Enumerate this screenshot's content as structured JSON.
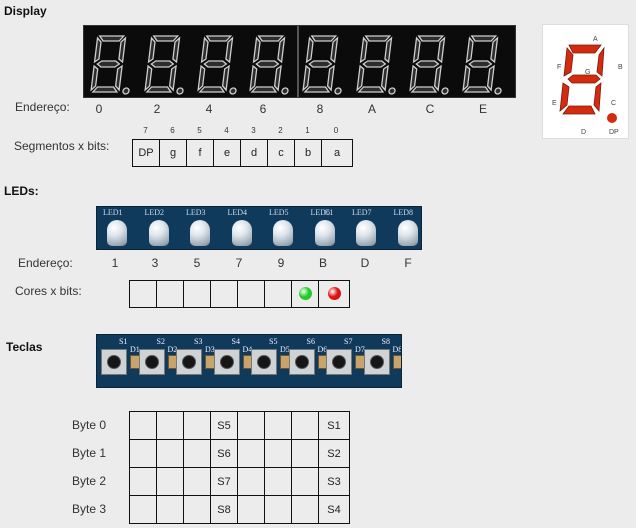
{
  "display": {
    "section_title": "Display",
    "address_label": "Endereço:",
    "addresses": [
      "0",
      "2",
      "4",
      "6",
      "8",
      "A",
      "C",
      "E"
    ],
    "segments_label": "Segmentos x bits:",
    "bit_numbers": [
      "7",
      "6",
      "5",
      "4",
      "3",
      "2",
      "1",
      "0"
    ],
    "segments": [
      "DP",
      "g",
      "f",
      "e",
      "d",
      "c",
      "b",
      "a"
    ],
    "legend": {
      "a": "A",
      "b": "B",
      "c": "C",
      "d": "D",
      "e": "E",
      "f": "F",
      "g": "G",
      "dp": "DP"
    },
    "legend_color": "#d42a10"
  },
  "leds": {
    "section_title": "LEDs:",
    "board_labels": [
      "LED1",
      "LED2",
      "LED3",
      "LED4",
      "LED5",
      "LED6",
      "LED7",
      "LED8"
    ],
    "board_extra": "C1",
    "address_label": "Endereço:",
    "addresses": [
      "1",
      "3",
      "5",
      "7",
      "9",
      "B",
      "D",
      "F"
    ],
    "colors_label": "Cores x bits:",
    "color_cells": [
      "",
      "",
      "",
      "",
      "",
      "",
      "green",
      "red"
    ],
    "green": "#22cc22",
    "red": "#dd1111"
  },
  "keys": {
    "section_title": "Teclas",
    "key_labels": [
      "S1",
      "S2",
      "S3",
      "S4",
      "S5",
      "S6",
      "S7",
      "S8"
    ],
    "diode_labels": [
      "D1",
      "D2",
      "D3",
      "D4",
      "D5",
      "D6",
      "D7",
      "D8"
    ],
    "rows": [
      {
        "label": "Byte 0",
        "cells": [
          "",
          "",
          "",
          "S5",
          "",
          "",
          "",
          "S1"
        ]
      },
      {
        "label": "Byte 1",
        "cells": [
          "",
          "",
          "",
          "S6",
          "",
          "",
          "",
          "S2"
        ]
      },
      {
        "label": "Byte 2",
        "cells": [
          "",
          "",
          "",
          "S7",
          "",
          "",
          "",
          "S3"
        ]
      },
      {
        "label": "Byte 3",
        "cells": [
          "",
          "",
          "",
          "S8",
          "",
          "",
          "",
          "S4"
        ]
      }
    ]
  }
}
